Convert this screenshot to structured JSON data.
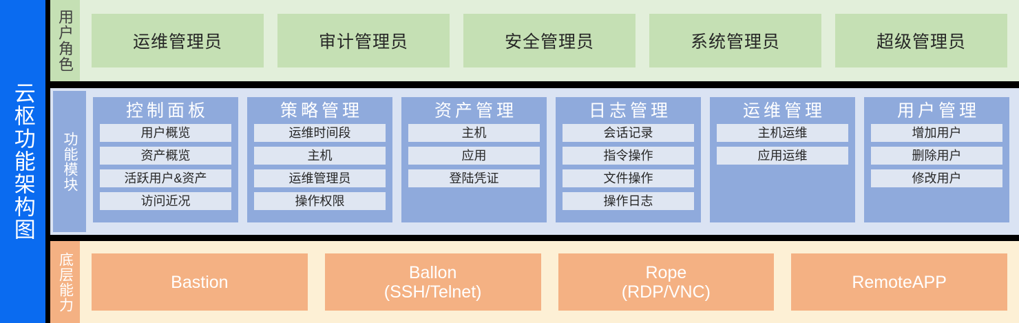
{
  "diagram": {
    "title": "云枢功能架构图",
    "colors": {
      "title_bar": "#0a6bf0",
      "roles_band": "#e2efda",
      "roles_box": "#c5e0b4",
      "modules_band": "#dae3f3",
      "modules_box": "#8faadc",
      "modules_item": "#dfe6f2",
      "base_band": "#fdf0d5",
      "base_box": "#f4b183"
    }
  },
  "roles": {
    "label": "用户角色",
    "items": [
      {
        "label": "运维管理员"
      },
      {
        "label": "审计管理员"
      },
      {
        "label": "安全管理员"
      },
      {
        "label": "系统管理员"
      },
      {
        "label": "超级管理员"
      }
    ]
  },
  "modules": {
    "label": "功能模块",
    "items": [
      {
        "title": "控制面板",
        "items": [
          "用户概览",
          "资产概览",
          "活跃用户&资产",
          "访问近况"
        ]
      },
      {
        "title": "策略管理",
        "items": [
          "运维时间段",
          "主机",
          "运维管理员",
          "操作权限"
        ]
      },
      {
        "title": "资产管理",
        "items": [
          "主机",
          "应用",
          "登陆凭证"
        ]
      },
      {
        "title": "日志管理",
        "items": [
          "会话记录",
          "指令操作",
          "文件操作",
          "操作日志"
        ]
      },
      {
        "title": "运维管理",
        "items": [
          "主机运维",
          "应用运维"
        ]
      },
      {
        "title": "用户管理",
        "items": [
          "增加用户",
          "删除用户",
          "修改用户"
        ]
      }
    ]
  },
  "base": {
    "label": "底层能力",
    "items": [
      {
        "label": "Bastion"
      },
      {
        "label": "Ballon\n(SSH/Telnet)"
      },
      {
        "label": "Rope\n(RDP/VNC)"
      },
      {
        "label": "RemoteAPP"
      }
    ]
  }
}
